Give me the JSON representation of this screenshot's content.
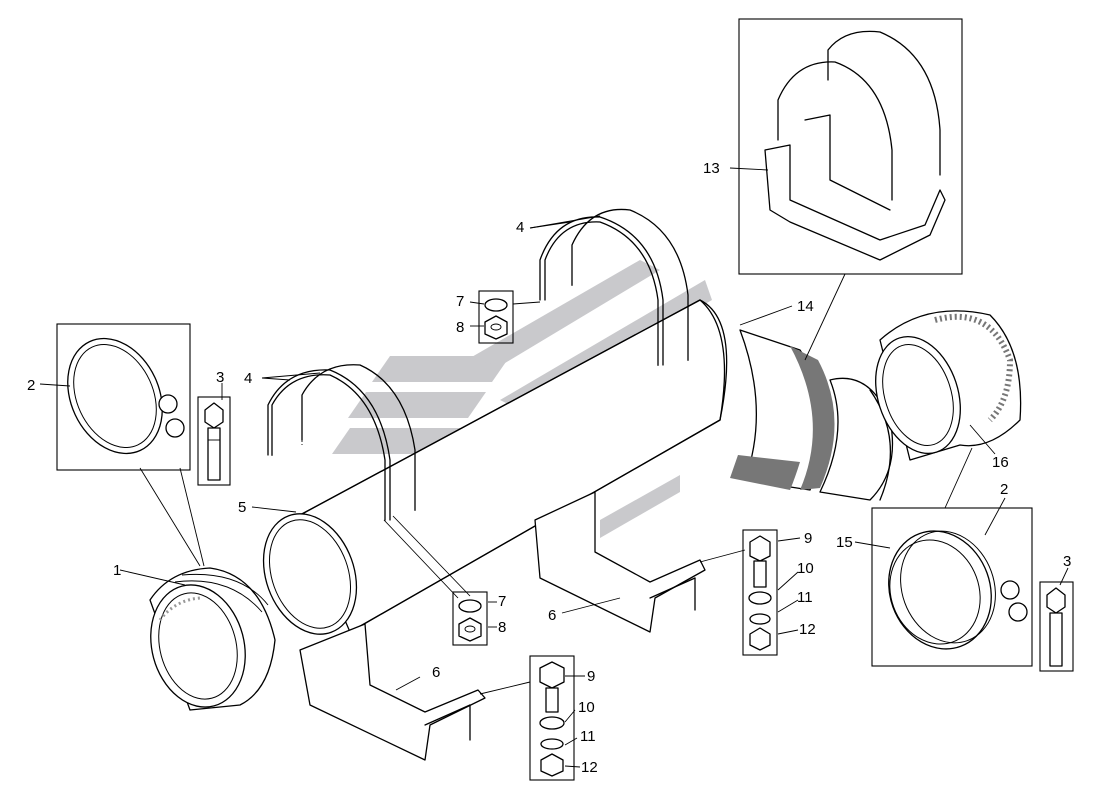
{
  "diagram": {
    "callouts": {
      "c1": "1",
      "c2a": "2",
      "c2b": "2",
      "c3a": "3",
      "c3b": "3",
      "c4a": "4",
      "c4b": "4",
      "c5": "5",
      "c6a": "6",
      "c6b": "6",
      "c7a": "7",
      "c7b": "7",
      "c8a": "8",
      "c8b": "8",
      "c9a": "9",
      "c9b": "9",
      "c10a": "10",
      "c10b": "10",
      "c11a": "11",
      "c11b": "11",
      "c12a": "12",
      "c12b": "12",
      "c13": "13",
      "c14": "14",
      "c15": "15",
      "c16": "16"
    },
    "colors": {
      "line": "#000000",
      "background": "#ffffff",
      "watermark": "#c9c9cc"
    }
  }
}
